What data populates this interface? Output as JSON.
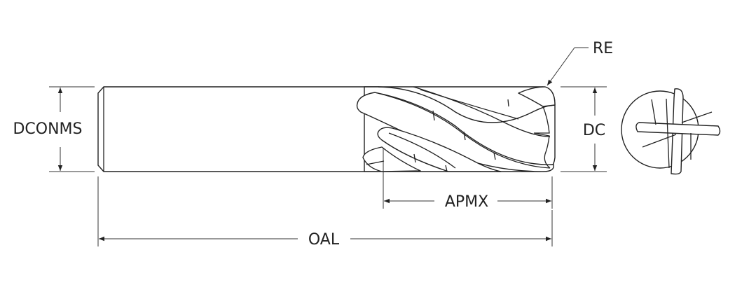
{
  "diagram": {
    "title": "End mill dimension drawing",
    "labels": {
      "dconms": "DCONMS",
      "dc": "DC",
      "apmx": "APMX",
      "oal": "OAL",
      "re": "RE"
    },
    "colors": {
      "line": "#222222",
      "background": "#ffffff"
    }
  }
}
